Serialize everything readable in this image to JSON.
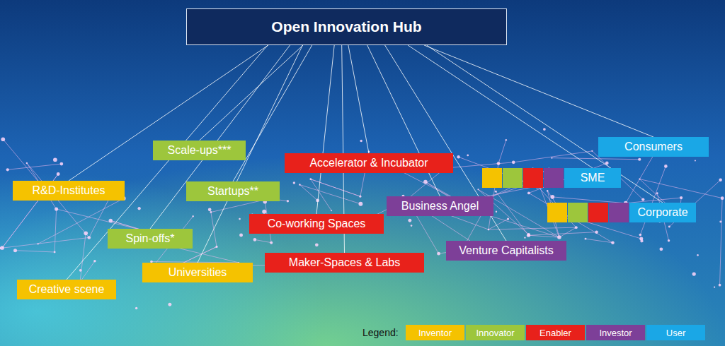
{
  "diagram": {
    "nodes": [
      {
        "text": [
          "Open Innovation Hub"
        ]
      },
      {
        "text": [
          "Consumers"
        ]
      },
      {
        "text": [
          "Scale-ups***"
        ]
      },
      {
        "text": [
          "Accelerator & Incubator"
        ]
      },
      {
        "text": [
          "SME"
        ]
      },
      {
        "text": [
          "R&D-Institutes"
        ]
      },
      {
        "text": [
          "Startups**"
        ]
      },
      {
        "text": [
          "Business Angel"
        ]
      },
      {
        "text": [
          "Corporate"
        ]
      },
      {
        "text": [
          "Co-working Spaces"
        ]
      },
      {
        "text": [
          "Spin-offs*"
        ]
      },
      {
        "text": [
          "Venture Capitalists"
        ]
      },
      {
        "text": [
          "Maker-Spaces & Labs"
        ]
      },
      {
        "text": [
          "Universities"
        ]
      },
      {
        "text": [
          "Creative scene"
        ]
      }
    ],
    "edges": [
      {
        "from": 0,
        "to": 1,
        "arrow": "none"
      },
      {
        "from": 0,
        "to": 2,
        "arrow": "none"
      },
      {
        "from": 0,
        "to": 3,
        "arrow": "none"
      },
      {
        "from": 0,
        "to": 4,
        "arrow": "none"
      },
      {
        "from": 0,
        "to": 5,
        "arrow": "none"
      },
      {
        "from": 0,
        "to": 6,
        "arrow": "none"
      },
      {
        "from": 0,
        "to": 7,
        "arrow": "none"
      },
      {
        "from": 0,
        "to": 8,
        "arrow": "none"
      },
      {
        "from": 0,
        "to": 9,
        "arrow": "none"
      },
      {
        "from": 0,
        "to": 10,
        "arrow": "none"
      },
      {
        "from": 0,
        "to": 11,
        "arrow": "none"
      },
      {
        "from": 0,
        "to": 12,
        "arrow": "none"
      },
      {
        "from": 0,
        "to": 13,
        "arrow": "none"
      },
      {
        "from": 0,
        "to": 14,
        "arrow": "none"
      }
    ],
    "labels": [
      "Legend:"
    ],
    "legend": [
      {
        "text": "Inventor",
        "color": "#f5c200"
      },
      {
        "text": "Innovator",
        "color": "#9dc63c"
      },
      {
        "text": "Enabler",
        "color": "#e8211b"
      },
      {
        "text": "Investor",
        "color": "#7d3f98"
      },
      {
        "text": "User",
        "color": "#1aa7e6"
      }
    ]
  }
}
